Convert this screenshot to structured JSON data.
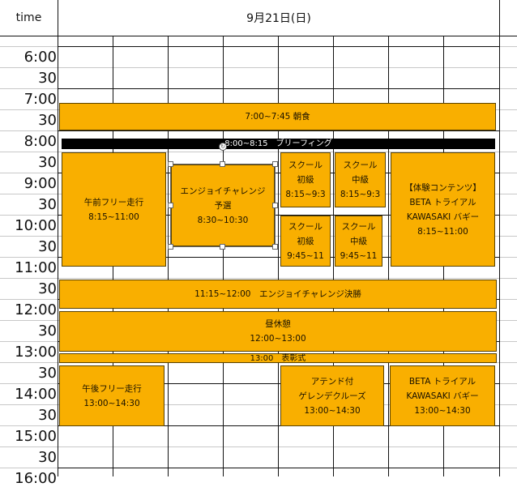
{
  "header": {
    "time_label": "time",
    "date_label": "9月21日(日)"
  },
  "time_labels": [
    "6:00",
    "30",
    "7:00",
    "30",
    "8:00",
    "30",
    "9:00",
    "30",
    "10:00",
    "30",
    "11:00",
    "30",
    "12:00",
    "30",
    "13:00",
    "30",
    "14:00",
    "30",
    "15:00",
    "30",
    "16:00"
  ],
  "events": [
    {
      "name": "event-breakfast",
      "lines": [
        "7:00~7:45 朝食"
      ]
    },
    {
      "name": "event-briefing",
      "lines": [
        "8:00~8:15　ブリーフィング"
      ]
    },
    {
      "name": "event-morning-free-run",
      "lines": [
        "午前フリー走行",
        "8:15~11:00"
      ]
    },
    {
      "name": "event-enjoy-challenge-qualifier",
      "lines": [
        "エンジョイチャレンジ",
        "予選",
        "8:30~10:30"
      ]
    },
    {
      "name": "event-school-beginner-1",
      "lines": [
        "スクール",
        "初級",
        "8:15~9:3"
      ]
    },
    {
      "name": "event-school-intermediate-1",
      "lines": [
        "スクール",
        "中級",
        "8:15~9:3"
      ]
    },
    {
      "name": "event-experience-content",
      "lines": [
        "【体験コンテンツ】",
        "BETA トライアル",
        "KAWASAKI バギー",
        "8:15~11:00"
      ]
    },
    {
      "name": "event-school-beginner-2",
      "lines": [
        "スクール",
        "初級",
        "9:45~11"
      ]
    },
    {
      "name": "event-school-intermediate-2",
      "lines": [
        "スクール",
        "中級",
        "9:45~11"
      ]
    },
    {
      "name": "event-enjoy-challenge-final",
      "lines": [
        "11:15~12:00　エンジョイチャレンジ決勝"
      ]
    },
    {
      "name": "event-lunch-break",
      "lines": [
        "昼休憩",
        "12:00~13:00"
      ]
    },
    {
      "name": "event-award-ceremony",
      "lines": [
        "13:00　表彰式"
      ]
    },
    {
      "name": "event-afternoon-free-run",
      "lines": [
        "午後フリー走行",
        "13:00~14:30"
      ]
    },
    {
      "name": "event-attended-gelande-cruise",
      "lines": [
        "アテンド付",
        "ゲレンデクルーズ",
        "13:00~14:30"
      ]
    },
    {
      "name": "event-beta-kawasaki-afternoon",
      "lines": [
        "BETA トライアル",
        "KAWASAKI バギー",
        "13:00~14:30"
      ]
    }
  ]
}
